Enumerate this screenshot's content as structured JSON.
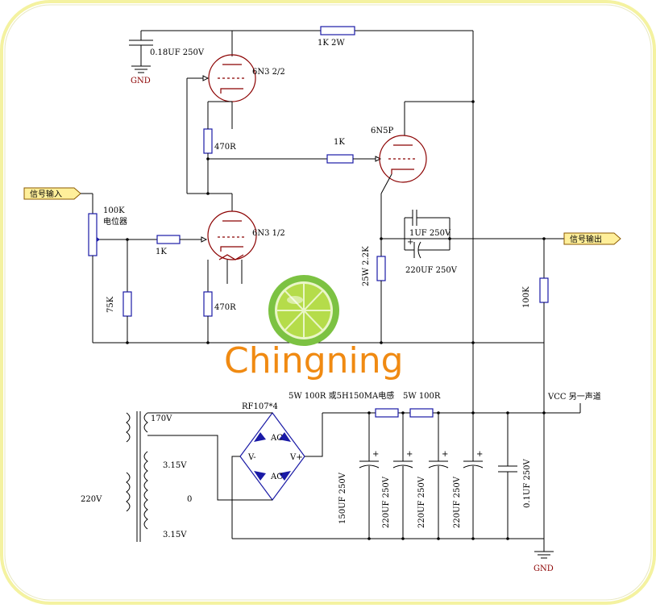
{
  "labels": {
    "gnd_top": "GND",
    "gnd_bottom": "GND",
    "cap_018": "0.18UF 250V",
    "res_1k2w": "1K 2W",
    "tube_6n3_22": "6N3 2/2",
    "tube_6n3_12": "6N3 1/2",
    "tube_6n5p": "6N5P",
    "res_470_top": "470R",
    "res_470_bottom": "470R",
    "res_1k_mid": "1K",
    "res_1k_grid": "1K",
    "pot_value": "100K",
    "pot_name": "电位器",
    "res_75k": "75K",
    "res_25w_22k": "25W 2.2K",
    "cap_1uf": "1UF 250V",
    "cap_220uf": "220UF 250V",
    "res_100k": "100K",
    "vcc": "VCC 另一声道",
    "res_5w_100r_a": "5W 100R 或5H150MA电感",
    "res_5w_100r_b": "5W 100R",
    "bridge": "RF107*4",
    "bridge_ac1": "AC",
    "bridge_ac2": "AC",
    "bridge_vminus": "V-",
    "bridge_vplus": "V+",
    "xf_170v": "170V",
    "xf_315v_a": "3.15V",
    "xf_0": "0",
    "xf_315v_b": "3.15V",
    "xf_220v": "220V",
    "cap_150uf": "150UF 250V",
    "cap_220uf_a": "220UF 250V",
    "cap_220uf_b": "220UF 250V",
    "cap_220uf_c": "220UF 250V",
    "cap_01uf": "0.1UF 250V",
    "plus": "+"
  },
  "ports": {
    "input": "信号输入",
    "output": "信号输出"
  },
  "logo": {
    "text": "Chingning"
  },
  "colors": {
    "frame": "#f4f2a0",
    "lime_outer": "#7cc242",
    "lime_inner": "#b5dc4a",
    "logo_text": "#f08a12"
  }
}
